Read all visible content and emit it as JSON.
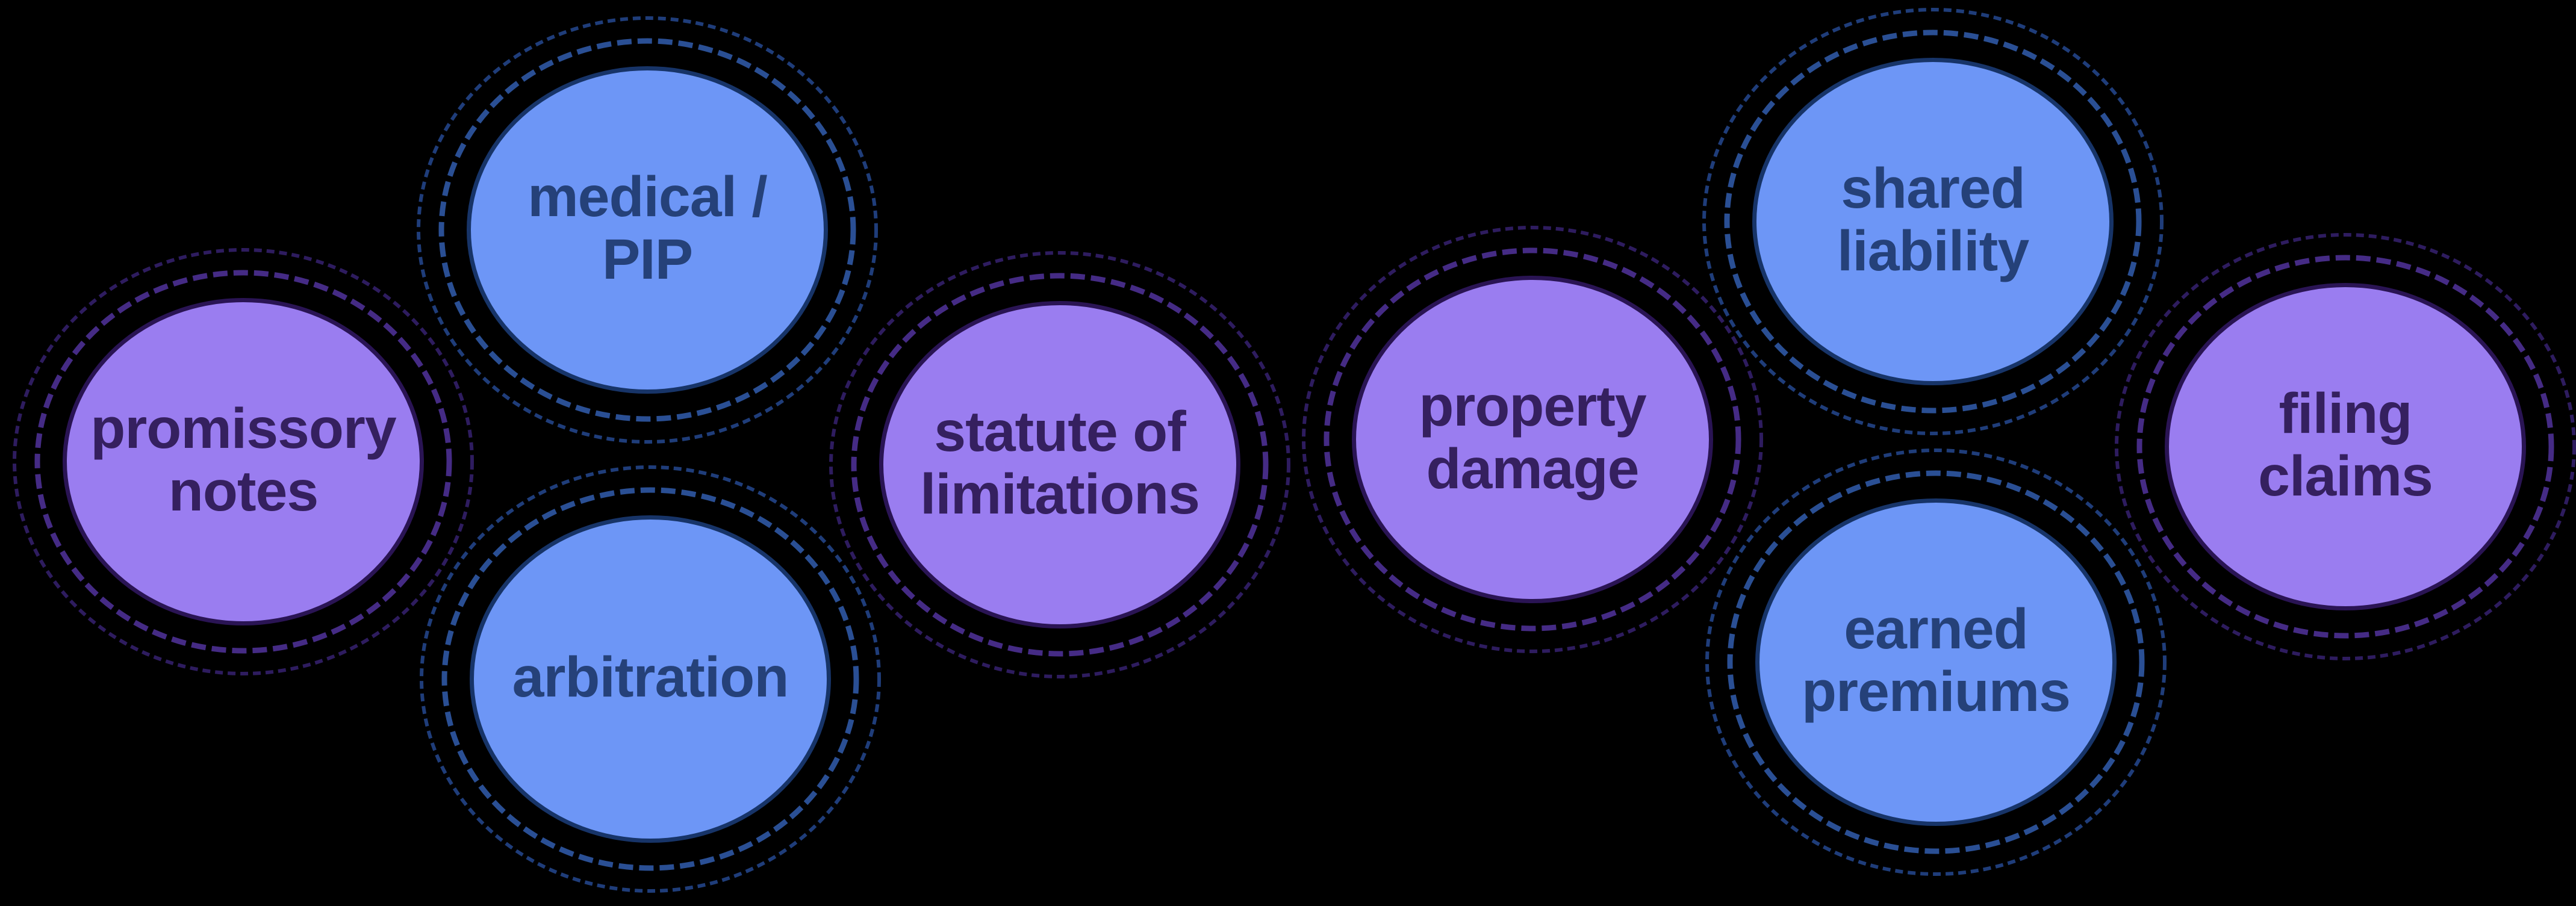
{
  "diagram": {
    "description": "bubble-map of eight topic circles on black background",
    "nodes": [
      {
        "label": "promissory\nnotes",
        "type": "purple"
      },
      {
        "label": "medical /\nPIP",
        "type": "blue"
      },
      {
        "label": "arbitration",
        "type": "blue"
      },
      {
        "label": "statute of\nlimitations",
        "type": "purple"
      },
      {
        "label": "property\ndamage",
        "type": "purple"
      },
      {
        "label": "shared\nliability",
        "type": "blue"
      },
      {
        "label": "earned\npremiums",
        "type": "blue"
      },
      {
        "label": "filing\nclaims",
        "type": "purple"
      }
    ]
  },
  "palette": {
    "background": "#000000",
    "purple_fill": "#9a7df0",
    "purple_outline": "#2a1454",
    "purple_text": "#35205f",
    "purple_ring_inner": "#452b85",
    "purple_ring_outer": "#2e1c5f",
    "blue_fill": "#6d96f6",
    "blue_outline": "#173468",
    "blue_text": "#254179",
    "blue_ring_inner": "#2a4f94",
    "blue_ring_outer": "#1f3d7a"
  }
}
